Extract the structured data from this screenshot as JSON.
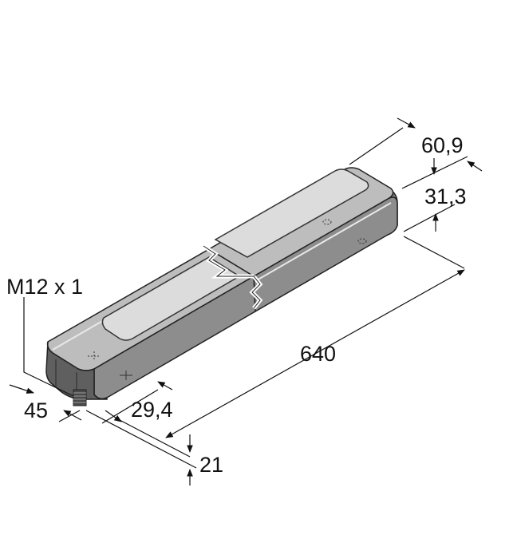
{
  "dimensions": {
    "width_60_9": "60,9",
    "height_31_3": "31,3",
    "length_640": "640",
    "thread_m12": "M12 x 1",
    "offset_45": "45",
    "offset_29_4": "29,4",
    "offset_21": "21"
  },
  "colors": {
    "body_dark": "#6b6b6b",
    "body_top": "#c4c4c4",
    "body_side": "#8a8a8a",
    "window": "#d9d9d9",
    "line": "#111111"
  }
}
